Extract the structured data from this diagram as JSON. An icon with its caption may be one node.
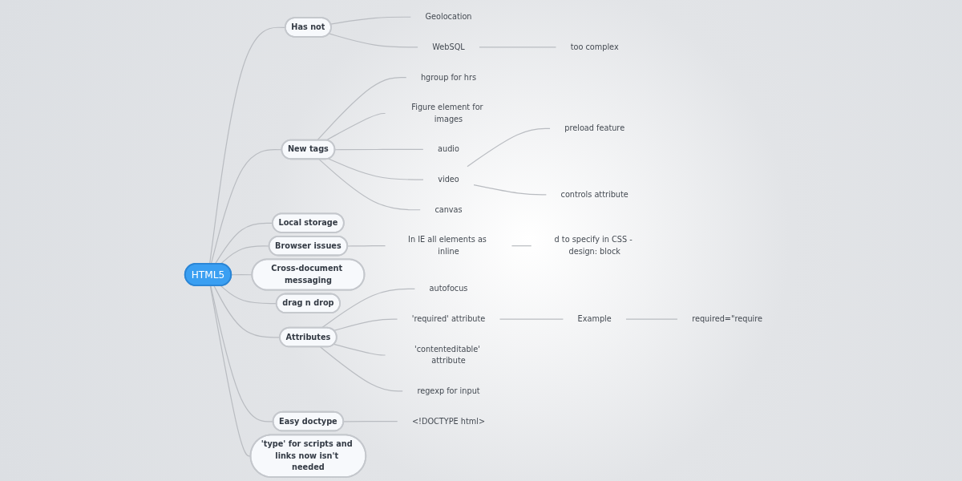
{
  "diagram": {
    "nodes": [
      {
        "text": [
          "HTML5"
        ]
      },
      {
        "text": [
          "Has not"
        ]
      },
      {
        "text": [
          "Geolocation"
        ]
      },
      {
        "text": [
          "WebSQL"
        ]
      },
      {
        "text": [
          "too complex"
        ]
      },
      {
        "text": [
          "New tags"
        ]
      },
      {
        "text": [
          "hgroup for hrs"
        ]
      },
      {
        "text": [
          "Figure element for images"
        ]
      },
      {
        "text": [
          "audio"
        ]
      },
      {
        "text": [
          "video"
        ]
      },
      {
        "text": [
          "preload feature"
        ]
      },
      {
        "text": [
          "controls attribute"
        ]
      },
      {
        "text": [
          "canvas"
        ]
      },
      {
        "text": [
          "Local storage"
        ]
      },
      {
        "text": [
          "Browser issues"
        ]
      },
      {
        "text": [
          "In IE all elements as inline"
        ]
      },
      {
        "text": [
          "d to specify in CSS - design: block"
        ]
      },
      {
        "text": [
          "Cross-document messaging"
        ]
      },
      {
        "text": [
          "drag n drop"
        ]
      },
      {
        "text": [
          "Attributes"
        ]
      },
      {
        "text": [
          "autofocus"
        ]
      },
      {
        "text": [
          "'required' attribute"
        ]
      },
      {
        "text": [
          "Example"
        ]
      },
      {
        "text": [
          "required=\"require"
        ]
      },
      {
        "text": [
          "'contenteditable' attribute"
        ]
      },
      {
        "text": [
          "regexp for input"
        ]
      },
      {
        "text": [
          "Easy doctype"
        ]
      },
      {
        "text": [
          "<!DOCTYPE html>"
        ]
      },
      {
        "text": [
          "'type' for scripts and links now isn't needed"
        ]
      }
    ],
    "edges": [
      {
        "from": 0,
        "to": 1,
        "arrow": "none"
      },
      {
        "from": 1,
        "to": 2,
        "arrow": "none"
      },
      {
        "from": 1,
        "to": 3,
        "arrow": "none"
      },
      {
        "from": 3,
        "to": 4,
        "arrow": "none"
      },
      {
        "from": 0,
        "to": 5,
        "arrow": "none"
      },
      {
        "from": 5,
        "to": 6,
        "arrow": "none"
      },
      {
        "from": 5,
        "to": 7,
        "arrow": "none"
      },
      {
        "from": 5,
        "to": 8,
        "arrow": "none"
      },
      {
        "from": 5,
        "to": 9,
        "arrow": "none"
      },
      {
        "from": 9,
        "to": 10,
        "arrow": "none"
      },
      {
        "from": 9,
        "to": 11,
        "arrow": "none"
      },
      {
        "from": 5,
        "to": 12,
        "arrow": "none"
      },
      {
        "from": 0,
        "to": 13,
        "arrow": "none"
      },
      {
        "from": 0,
        "to": 14,
        "arrow": "none"
      },
      {
        "from": 14,
        "to": 15,
        "arrow": "none"
      },
      {
        "from": 15,
        "to": 16,
        "arrow": "none"
      },
      {
        "from": 0,
        "to": 17,
        "arrow": "none"
      },
      {
        "from": 0,
        "to": 18,
        "arrow": "none"
      },
      {
        "from": 0,
        "to": 19,
        "arrow": "none"
      },
      {
        "from": 19,
        "to": 20,
        "arrow": "none"
      },
      {
        "from": 19,
        "to": 21,
        "arrow": "none"
      },
      {
        "from": 21,
        "to": 22,
        "arrow": "none"
      },
      {
        "from": 22,
        "to": 23,
        "arrow": "none"
      },
      {
        "from": 19,
        "to": 24,
        "arrow": "none"
      },
      {
        "from": 19,
        "to": 25,
        "arrow": "none"
      },
      {
        "from": 0,
        "to": 26,
        "arrow": "none"
      },
      {
        "from": 26,
        "to": 27,
        "arrow": "none"
      },
      {
        "from": 0,
        "to": 28,
        "arrow": "none"
      }
    ]
  }
}
